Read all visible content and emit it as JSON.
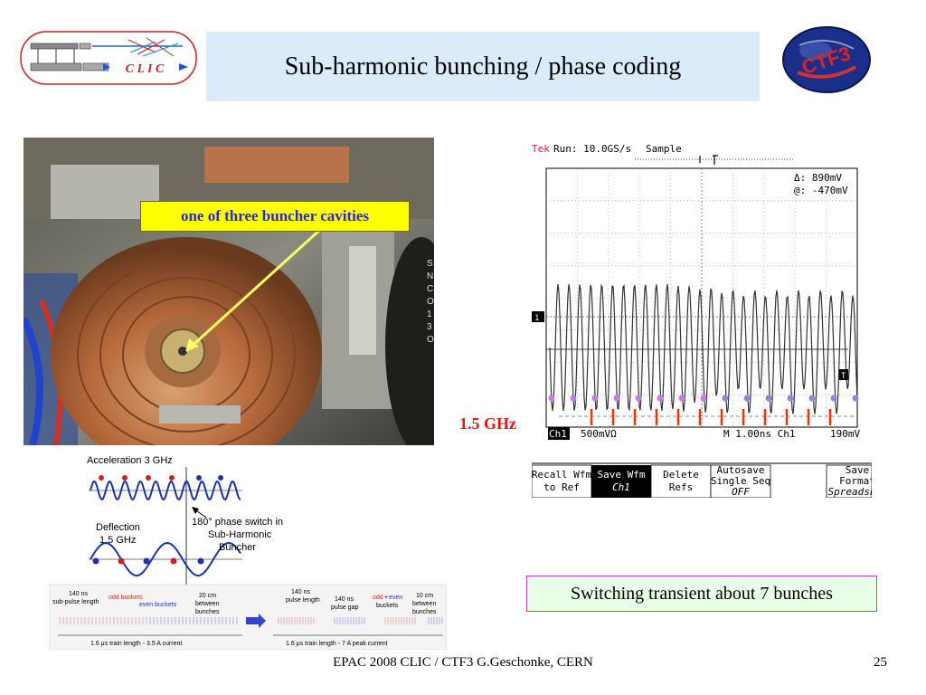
{
  "slide": {
    "title": "Sub-harmonic bunching / phase coding",
    "photo_label": "one of three buncher cavities",
    "freq_label": "1.5 GHz",
    "caption": "Switching transient about 7 bunches",
    "footer": "EPAC 2008 CLIC / CTF3 G.Geschonke, CERN",
    "page_number": "25"
  },
  "clic_logo": {
    "text": "C L I C"
  },
  "ctf3_logo": {
    "text": "CTF3"
  },
  "photo": {
    "side_text": [
      "S",
      "N",
      "C",
      "O",
      "1",
      "3",
      "O"
    ]
  },
  "scope": {
    "brand": "Tek",
    "run": "Run: 10.0GS/s",
    "mode": "Sample",
    "delta": "Δ: 890mV",
    "at": "@: -470mV",
    "ch_marker": "1",
    "trig_marker": "T",
    "ch_label": "Ch1",
    "volts_div": "500mVΩ",
    "timebase": "M 1.00ns  Ch1",
    "trig_level": "190mV",
    "buttons": [
      {
        "line1": "Recall Wfm",
        "line2": "to Ref"
      },
      {
        "line1": "Save Wfm",
        "line2": "Ch1"
      },
      {
        "line1": "Delete",
        "line2": "Refs"
      },
      {
        "line1": "Autosave",
        "line2": "Single Seq",
        "line3": "OFF"
      },
      {
        "line1": "Save",
        "line2": "Format",
        "line3": "Spreadsh"
      }
    ],
    "colors": {
      "purple": "#c77be6",
      "blue": "#8a8ad8",
      "tick": "#ff3300"
    }
  },
  "diagram": {
    "accel_label": "Acceleration 3 GHz",
    "deflect_label_1": "Deflection",
    "deflect_label_2": "1.5 GHz",
    "phase_note_1": "180° phase switch in",
    "phase_note_2": "Sub-Harmonic",
    "phase_note_3": "Buncher",
    "left": {
      "pulse_1": "140 ns",
      "pulse_2": "sub-pulse length",
      "odd": "odd buckets",
      "even": "even buckets",
      "spacing_1": "20 cm",
      "spacing_2": "between",
      "spacing_3": "bunches",
      "train": "1.6 μs train length - 3.5 A current"
    },
    "right": {
      "pulse_1": "140 ns",
      "pulse_2": "pulse  length",
      "gap_1": "140 ns",
      "gap_2": "pulse  gap",
      "odd": "odd",
      "plus": "+",
      "even": "even",
      "buckets": "buckets",
      "spacing_1": "10 cm",
      "spacing_2": "between",
      "spacing_3": "bunches",
      "train": "1.6  μs train length - 7 A peak current"
    }
  }
}
